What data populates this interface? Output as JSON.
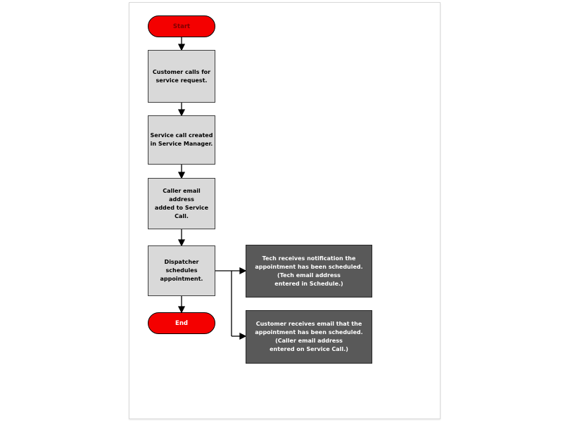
{
  "colors": {
    "page_border": "#d9d9d9",
    "terminator_fill": "#f40000",
    "terminator_border": "#000000",
    "start_text": "#7f0000",
    "end_text": "#ffffff",
    "process_fill": "#d9d9d9",
    "process_border": "#3f3f3f",
    "process_text": "#000000",
    "note_fill": "#595959",
    "note_border": "#262626",
    "note_text": "#ffffff",
    "connector": "#000000"
  },
  "nodes": {
    "start": {
      "label": "Start"
    },
    "step1": {
      "text": "Customer calls for\nservice request."
    },
    "step2": {
      "text": "Service call created\nin Service Manager."
    },
    "step3": {
      "text": "Caller email address\nadded to Service\nCall."
    },
    "step4": {
      "text": "Dispatcher\nschedules\nappointment."
    },
    "end": {
      "label": "End"
    },
    "note1": {
      "text": "Tech receives notification the\nappointment has been scheduled.\n(Tech email address\nentered in Schedule.)"
    },
    "note2": {
      "text": "Customer receives email that the\nappointment has been scheduled.\n(Caller email address\nentered on Service Call.)"
    }
  }
}
